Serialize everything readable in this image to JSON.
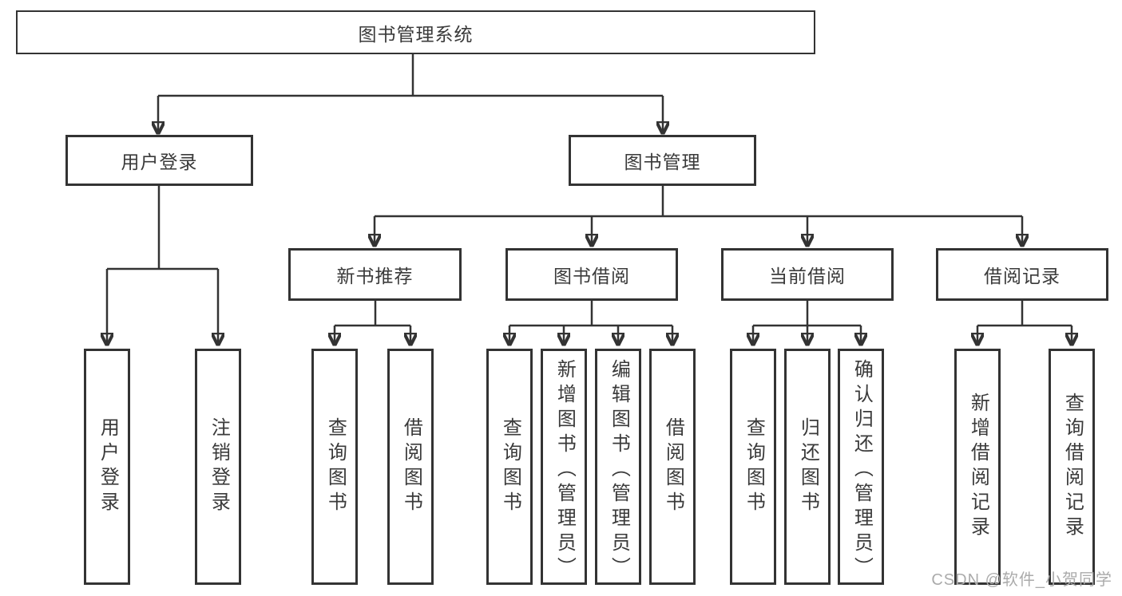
{
  "diagram": {
    "root": {
      "label": "图书管理系统"
    },
    "level1": {
      "user_login": "用户登录",
      "book_management": "图书管理"
    },
    "level2": {
      "new_books": "新书推荐",
      "book_borrow": "图书借阅",
      "current_borrow": "当前借阅",
      "borrow_records": "借阅记录"
    },
    "leaves": {
      "user_login": [
        "用户登录",
        "注销登录"
      ],
      "new_books": [
        "查询图书",
        "借阅图书"
      ],
      "book_borrow": [
        "查询图书",
        "新增图书（管理员）",
        "编辑图书（管理员）",
        "借阅图书"
      ],
      "current_borrow": [
        "查询图书",
        "归还图书",
        "确认归还（管理员）"
      ],
      "borrow_records": [
        "新增借阅记录",
        "查询借阅记录"
      ]
    },
    "colors": {
      "line": "#333333",
      "text": "#3a3a3a",
      "background": "#ffffff",
      "watermark": "#ababab"
    }
  },
  "watermark": "CSDN @软件_小贺同学"
}
